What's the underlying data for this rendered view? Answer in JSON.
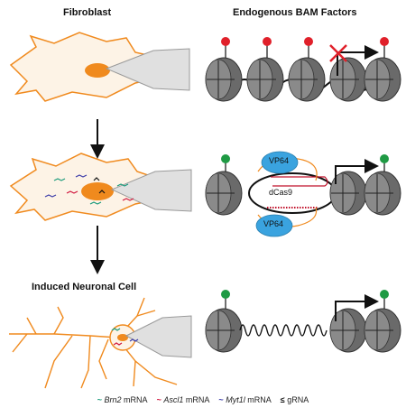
{
  "headers": {
    "left": "Fibroblast",
    "right": "Endogenous BAM Factors",
    "induced": "Induced Neuronal Cell"
  },
  "labels": {
    "vp64_top": "VP64",
    "vp64_bottom": "VP64",
    "dcas9": "dCas9"
  },
  "legend": [
    {
      "gene": "Brn2",
      "suffix": "mRNA",
      "color": "#1a9a7a"
    },
    {
      "gene": "Ascl1",
      "suffix": "mRNA",
      "color": "#d0143c"
    },
    {
      "gene": "Myt1l",
      "suffix": "mRNA",
      "color": "#3a3aa8"
    },
    {
      "gene": "",
      "suffix": "gRNA",
      "color": "#111111"
    }
  ],
  "colors": {
    "cell_outline": "#f08a1e",
    "cell_fill": "#fdf3e6",
    "nucleus": "#f08a1e",
    "repressive_mark": "#e0202a",
    "active_mark": "#1f9a44",
    "vp64": "#3aa3df",
    "dcas9_outline": "#c0102a",
    "nucleosome": "#6a6a6a"
  }
}
